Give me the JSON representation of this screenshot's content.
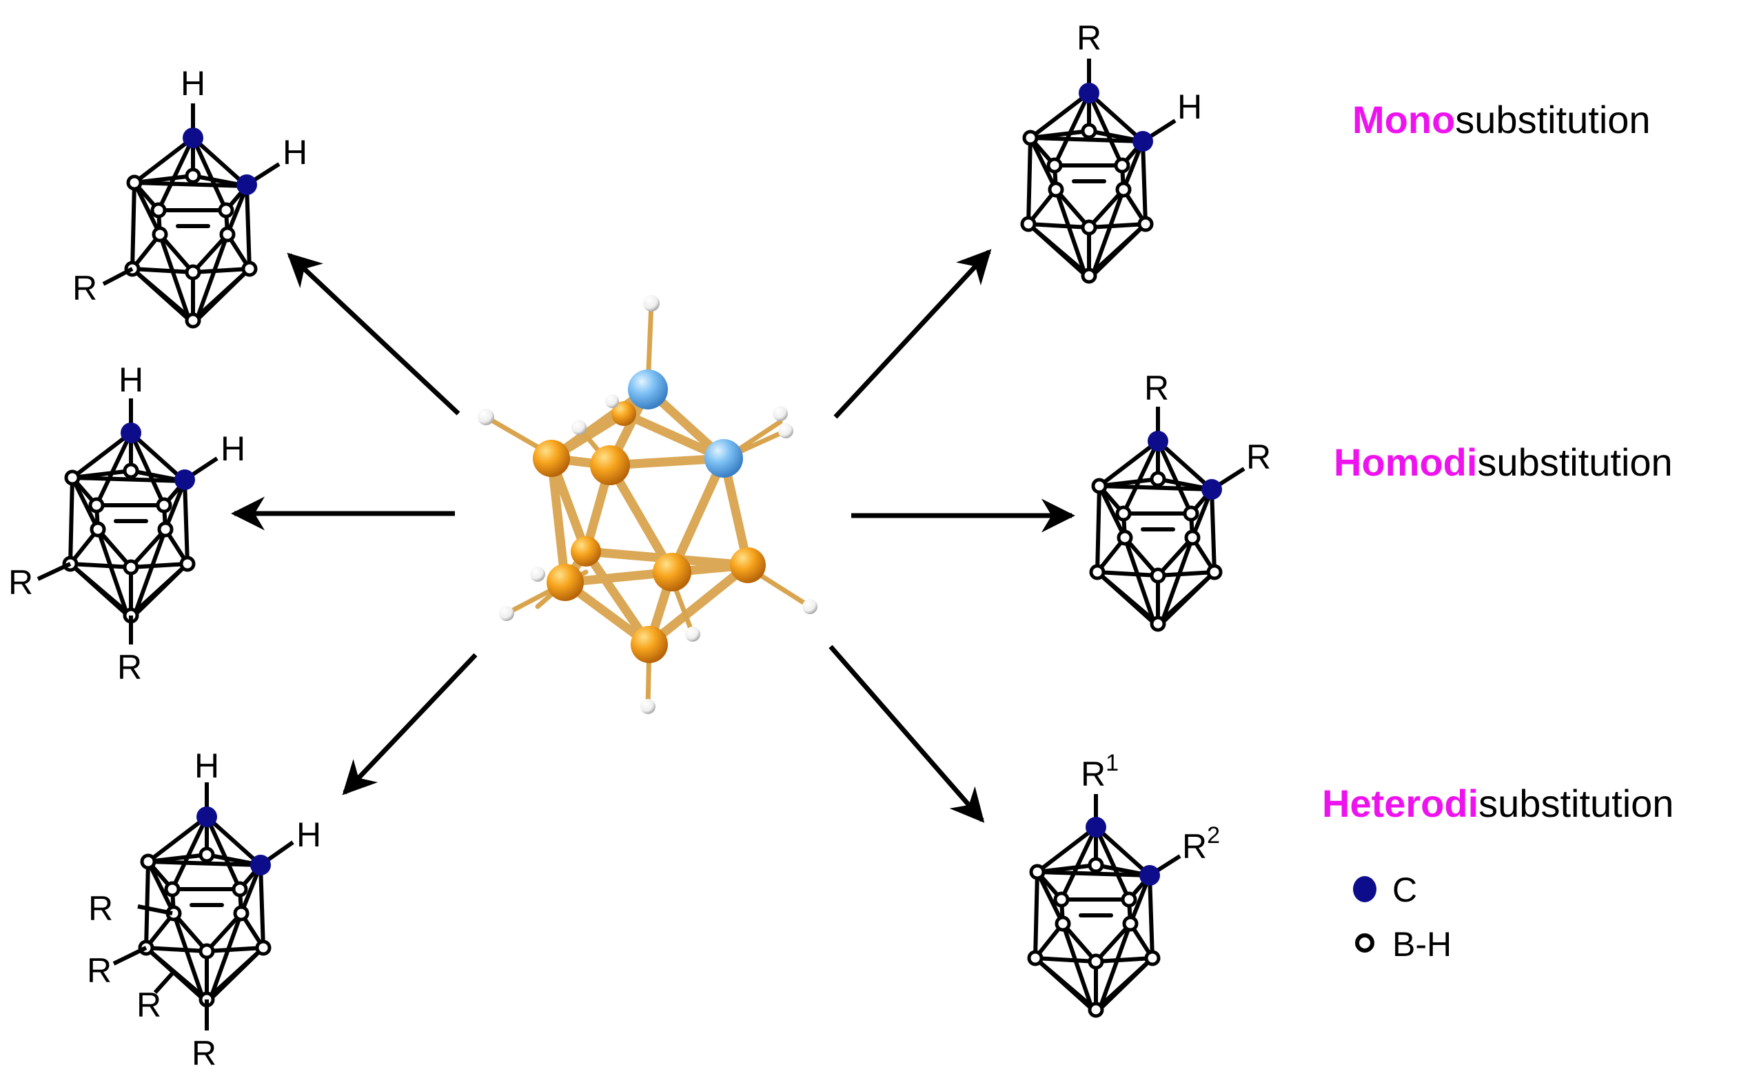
{
  "categories": [
    {
      "prefix": "Mono",
      "suffix": "substitution"
    },
    {
      "prefix": "Homodi",
      "suffix": "substitution"
    },
    {
      "prefix": "Heterodi",
      "suffix": "substitution"
    }
  ],
  "legend": [
    {
      "label": "C"
    },
    {
      "label": "B-H"
    }
  ],
  "colors": {
    "carbon": "#0d0d8c",
    "boron_cage": "#f29a1c",
    "carbon_cage": "#78b8f0",
    "bond": "#d9a44e",
    "highlight": "#ee12ee"
  },
  "labels": {
    "H": "H",
    "R": "R",
    "R1": "1",
    "R2": "2"
  }
}
